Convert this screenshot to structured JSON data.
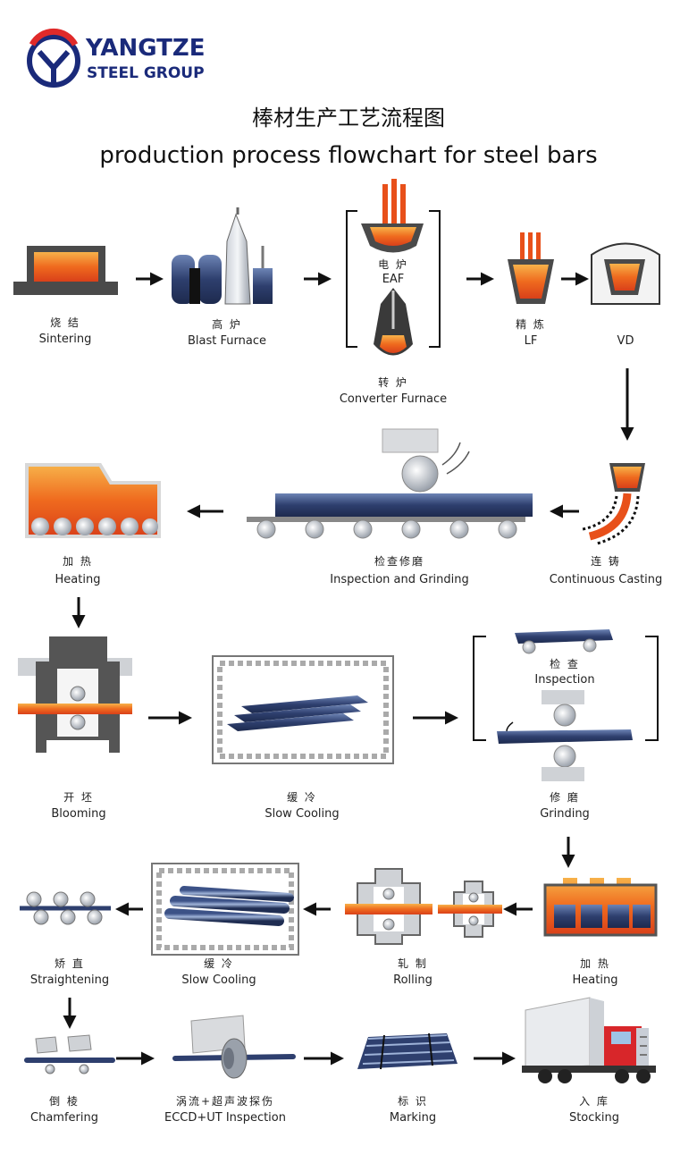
{
  "brand": {
    "name": "YANGTZE",
    "sub": "STEEL GROUP"
  },
  "title": {
    "zh": "棒材生产工艺流程图",
    "en": "production process flowchart for steel bars"
  },
  "steps": {
    "sintering": {
      "zh": "烧 结",
      "en": "Sintering"
    },
    "blast": {
      "zh": "高 炉",
      "en": "Blast Furnace"
    },
    "eaf": {
      "zh": "电 炉",
      "en": "EAF"
    },
    "converter": {
      "zh": "转 炉",
      "en": "Converter Furnace"
    },
    "lf": {
      "zh": "精 炼",
      "en": "LF"
    },
    "vd": {
      "en": "VD"
    },
    "casting": {
      "zh": "连 铸",
      "en": "Continuous Casting"
    },
    "insp_grind": {
      "zh": "检查修磨",
      "en": "Inspection and Grinding"
    },
    "heating1": {
      "zh": "加 热",
      "en": "Heating"
    },
    "blooming": {
      "zh": "开 坯",
      "en": "Blooming"
    },
    "slowcool1": {
      "zh": "缓 冷",
      "en": "Slow Cooling"
    },
    "inspection": {
      "zh": "检 查",
      "en": "Inspection"
    },
    "grinding": {
      "zh": "修 磨",
      "en": "Grinding"
    },
    "heating2": {
      "zh": "加 热",
      "en": "Heating"
    },
    "rolling": {
      "zh": "轧 制",
      "en": "Rolling"
    },
    "slowcool2": {
      "zh": "缓 冷",
      "en": "Slow Cooling"
    },
    "straighten": {
      "zh": "矫 直",
      "en": "Straightening"
    },
    "chamfer": {
      "zh": "倒 棱",
      "en": "Chamfering"
    },
    "eccd": {
      "zh": "涡流+超声波探伤",
      "en": "ECCD+UT Inspection"
    },
    "marking": {
      "zh": "标 识",
      "en": "Marking"
    },
    "stocking": {
      "zh": "入 库",
      "en": "Stocking"
    }
  },
  "colors": {
    "brandBlue": "#1a2a7a",
    "brandRed": "#e02a2a",
    "steel": "#2e3f6e",
    "hot": "#e8501a"
  }
}
